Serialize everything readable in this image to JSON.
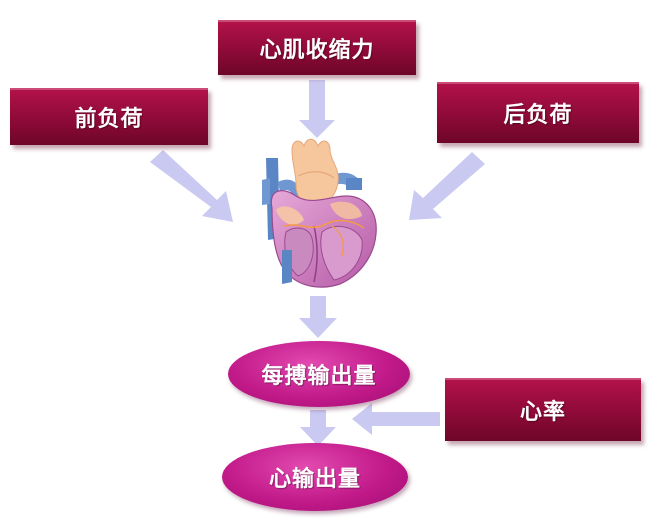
{
  "diagram": {
    "top_box": "心肌收缩力",
    "left_box": "前负荷",
    "right_box": "后负荷",
    "stroke_volume": "每搏输出量",
    "heart_rate_box": "心率",
    "cardiac_output": "心输出量"
  },
  "colors": {
    "box": "#8e0a38",
    "oval": "#c21a8a",
    "arrow": "#c9c9f2"
  },
  "icons": {
    "heart": "heart-illustration-icon"
  }
}
